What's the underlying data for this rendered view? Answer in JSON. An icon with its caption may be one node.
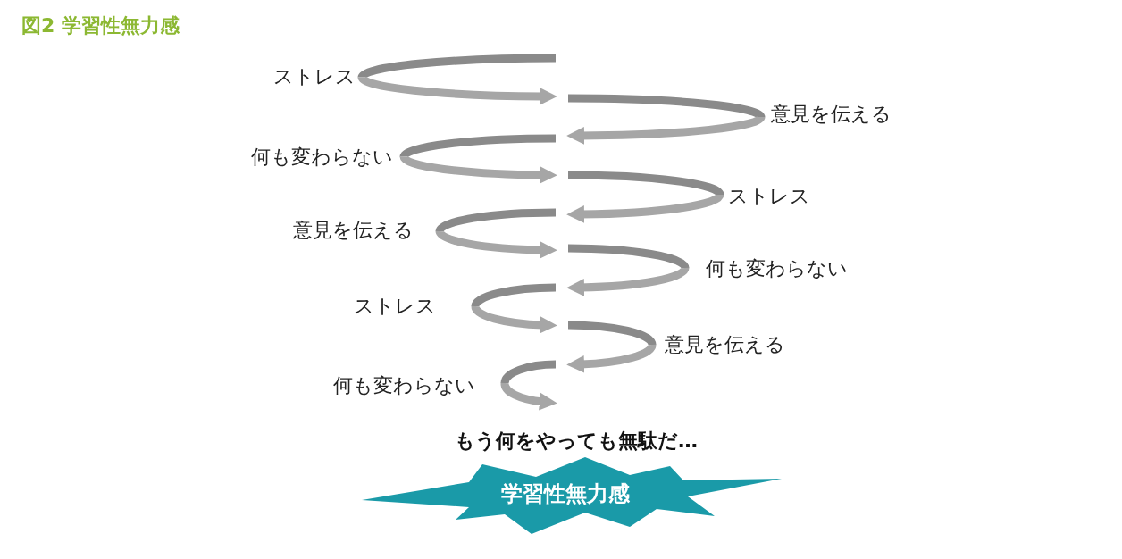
{
  "diagram": {
    "title": "図2 学習性無力感",
    "nodes": [
      {
        "text": [
          "学習性無力感"
        ]
      }
    ],
    "labels": [
      "ストレス",
      "意見を伝える",
      "何も変わらない",
      "ストレス",
      "意見を伝える",
      "何も変わらない",
      "ストレス",
      "意見を伝える",
      "何も変わらない",
      "もう何をやっても無駄だ…"
    ]
  }
}
